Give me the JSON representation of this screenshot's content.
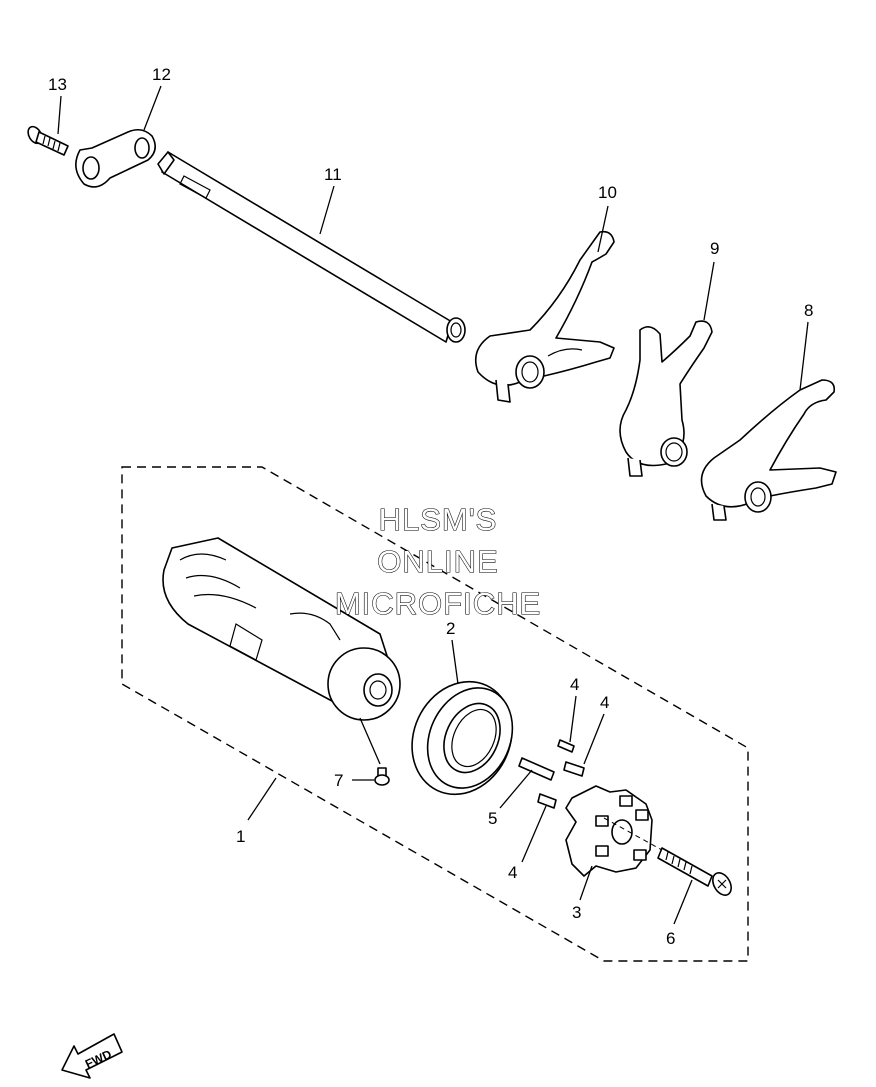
{
  "callouts": {
    "c1": "1",
    "c2": "2",
    "c3": "3",
    "c4a": "4",
    "c4b": "4",
    "c4c": "4",
    "c5": "5",
    "c6": "6",
    "c7": "7",
    "c8": "8",
    "c9": "9",
    "c10": "10",
    "c11": "11",
    "c12": "12",
    "c13": "13"
  },
  "watermark": {
    "line1": "HLSM'S",
    "line2": "ONLINE",
    "line3": "MICROFICHE"
  },
  "fwd_label": "FWD",
  "icons": [
    "fwd-arrow-icon"
  ]
}
